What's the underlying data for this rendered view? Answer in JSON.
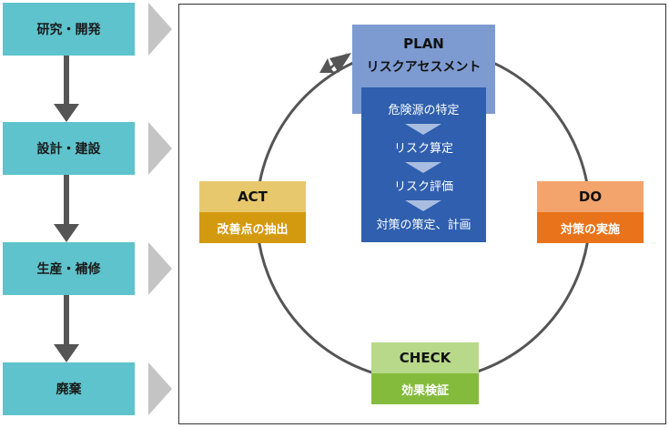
{
  "lifecycle": {
    "stages": [
      "研究・開発",
      "設計・建設",
      "生産・補修",
      "廃棄"
    ]
  },
  "cycle": {
    "plan": {
      "title": "PLAN",
      "subtitle": "リスクアセスメント",
      "steps": [
        "危険源の特定",
        "リスク算定",
        "リスク評価",
        "対策の策定、計画"
      ]
    },
    "do": {
      "title": "DO",
      "subtitle": "対策の実施"
    },
    "check": {
      "title": "CHECK",
      "subtitle": "効果検証"
    },
    "act": {
      "title": "ACT",
      "subtitle": "改善点の抽出"
    }
  },
  "colors": {
    "stage": "#5ec3cc",
    "arrow_gray": "#c4c4c4",
    "arrow_dark": "#555555",
    "plan_header": "#7d9bd1",
    "plan_body": "#2f5fae",
    "do_header": "#f3a46c",
    "do_body": "#e8731a",
    "check_header": "#b8d98a",
    "check_body": "#85bb3c",
    "act_header": "#e8c86c",
    "act_body": "#d49a0f"
  }
}
